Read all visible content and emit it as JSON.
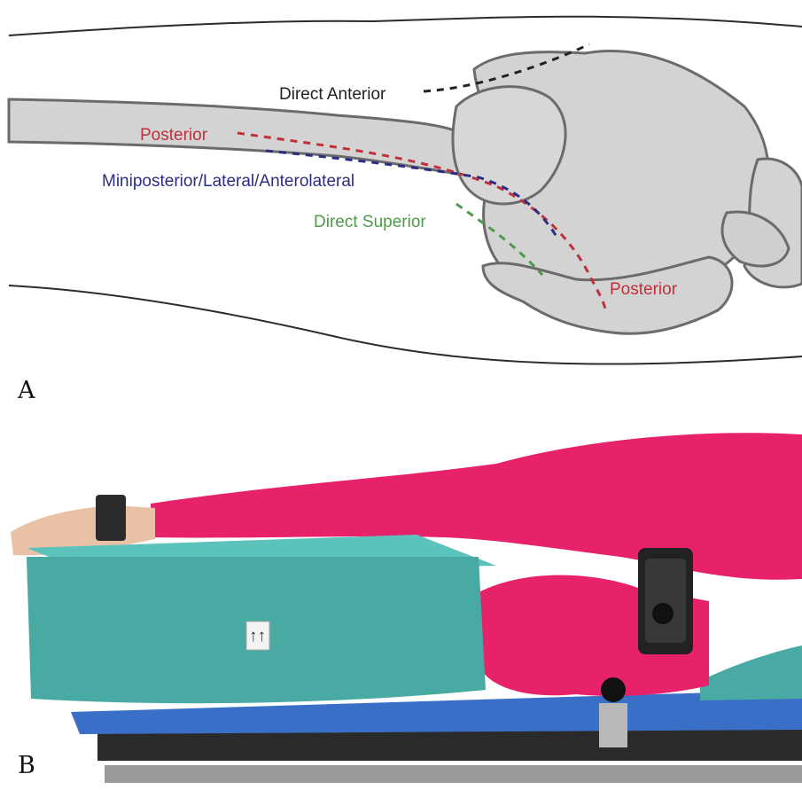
{
  "panel_a": {
    "letter": "A",
    "labels": {
      "direct_anterior": "Direct Anterior",
      "posterior_upper": "Posterior",
      "miniposterior": "Miniposterior/Lateral/Anterolateral",
      "direct_superior": "Direct Superior",
      "posterior_lower": "Posterior"
    },
    "colors": {
      "direct_anterior": "#222222",
      "posterior": "#c0303a",
      "miniposterior": "#2a2d82",
      "direct_superior": "#4d9a4a",
      "bone": "#d3d3d3",
      "outline": "#6b6b6b"
    }
  },
  "panel_b": {
    "letter": "B",
    "label_tag": "↑↑",
    "colors": {
      "suit": "#e8226a",
      "cushion": "#49aaa4",
      "pad": "#3a6fc8",
      "table": "#2a2a2a"
    }
  }
}
